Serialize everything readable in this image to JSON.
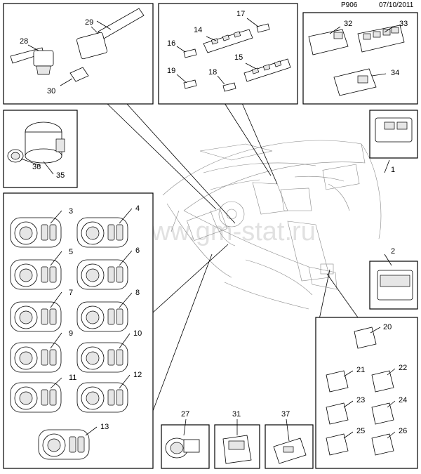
{
  "header": {
    "code": "P906",
    "date": "07/10/2011"
  },
  "watermark": "www.gm-stat.ru",
  "callouts": {
    "c1": "1",
    "c2": "2",
    "c3": "3",
    "c4": "4",
    "c5": "5",
    "c6": "6",
    "c7": "7",
    "c8": "8",
    "c9": "9",
    "c10": "10",
    "c11": "11",
    "c12": "12",
    "c13": "13",
    "c14": "14",
    "c15": "15",
    "c16": "16",
    "c17": "17",
    "c18": "18",
    "c19": "19",
    "c20": "20",
    "c21": "21",
    "c22": "22",
    "c23": "23",
    "c24": "24",
    "c25": "25",
    "c26": "26",
    "c27": "27",
    "c28": "28",
    "c29": "29",
    "c30": "30",
    "c31": "31",
    "c32": "32",
    "c33": "33",
    "c34": "34",
    "c35": "35",
    "c36": "36",
    "c37": "37"
  }
}
